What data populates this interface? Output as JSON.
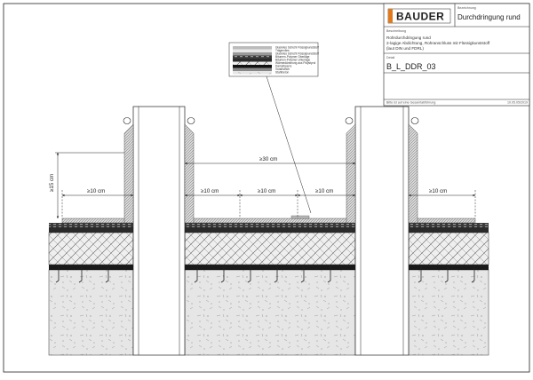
{
  "titleblock": {
    "brand": "BAUDER",
    "designation_label": "Bezeichnung",
    "designation": "Durchdringung rund",
    "description_label": "Beschreibung",
    "description_lines": [
      "Rohrdurchdringung rund",
      "2-lagige Abdichtung, Rohranschluss mit Flüssigkunststoff",
      "(laut DIN und FDRL)"
    ],
    "detail_label": "Detail",
    "detail_code": "B_L_DDR_03",
    "note": "Bitte ist auf eine Gesamtabführung",
    "date": "10.05.05/2019"
  },
  "legend": {
    "items": [
      "Glasvlies Schicht Flüssigkunststoff",
      "Trägervlies",
      "Glasvlies Schicht Flüssigkunststoff",
      "Bitumen-Polymer Oberlage",
      "Bitumen-Polymer Unterlage",
      "Wärmedämmung aus Polystyrol",
      "Dampfsperre",
      "Voranstrich",
      "Stahlbeton"
    ]
  },
  "dimensions": {
    "height": "≥15 cm",
    "overlap_mid": "≥30 cm",
    "overlap_left": "≥10 cm",
    "overlap_a": "≥10 cm",
    "overlap_b": "≥10 cm",
    "overlap_c": "≥10 cm",
    "overlap_right": "≥10 cm"
  }
}
